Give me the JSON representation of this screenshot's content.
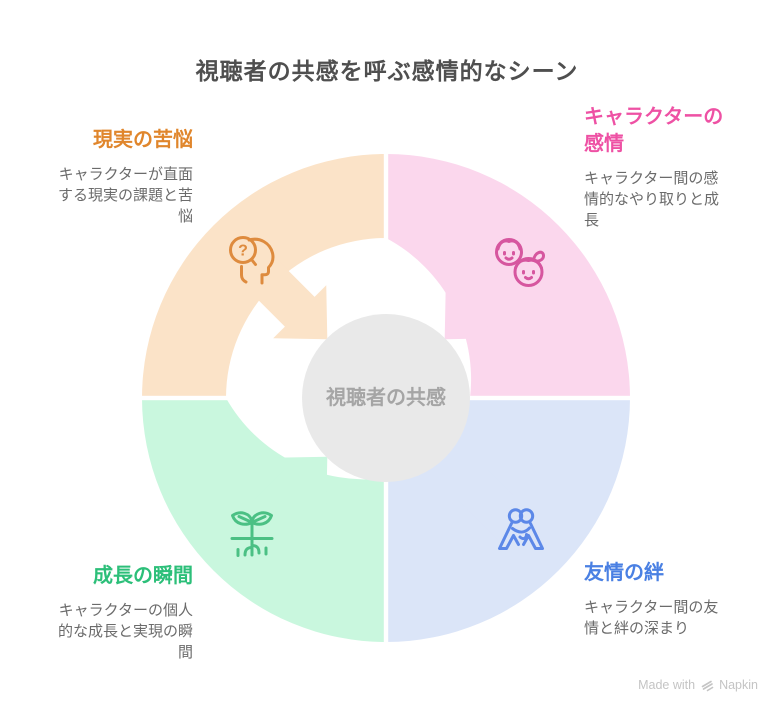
{
  "title": "視聴者の共感を呼ぶ感情的なシーン",
  "center": {
    "label": "視聴者の共感",
    "fill": "#E9E9E9",
    "text_color": "#A5A5A5"
  },
  "quadrants": {
    "top_left": {
      "heading": "現実の苦悩",
      "description": "キャラクターが直面\nする現実の課題と苦\n悩",
      "fill": "#FBE3C8",
      "accent": "#E0862C",
      "icon": "magnifier-question-head"
    },
    "top_right": {
      "heading": "キャラクターの\n感情",
      "description": "キャラクター間の感\n情的なやり取りと成\n長",
      "fill": "#FBD7ED",
      "accent": "#EE51A4",
      "icon": "two-children-faces"
    },
    "bottom_left": {
      "heading": "成長の瞬間",
      "description": "キャラクターの個人\n的な成長と実現の瞬\n間",
      "fill": "#C9F7DE",
      "accent": "#2CBF79",
      "icon": "sprout-with-roots"
    },
    "bottom_right": {
      "heading": "友情の絆",
      "description": "キャラクター間の友\n情と絆の深まり",
      "fill": "#DBE5F8",
      "accent": "#4A80E3",
      "icon": "hugging-people"
    }
  },
  "icons": {
    "question_mark": "?"
  },
  "footer": {
    "made_with": "Made with",
    "brand": "Napkin"
  }
}
